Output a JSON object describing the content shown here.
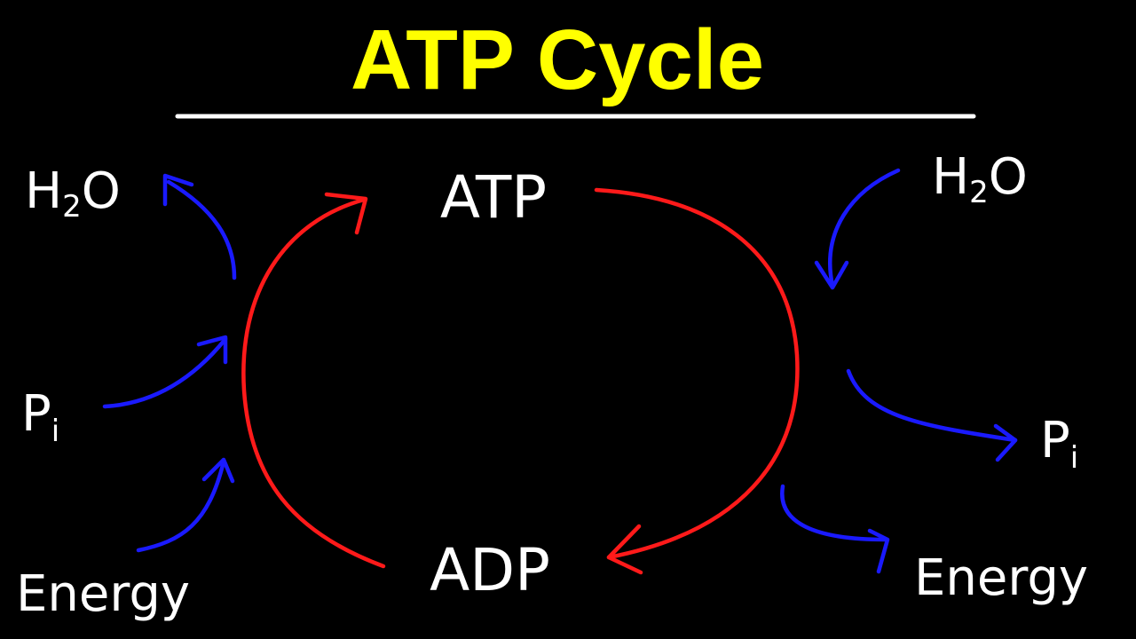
{
  "title": "ATP Cycle",
  "nodes": {
    "atp": "ATP",
    "adp": "ADP"
  },
  "left_side": {
    "water": {
      "main": "H",
      "subscript": "2",
      "tail": "O"
    },
    "phosphate": {
      "main": "P",
      "subscript": "i"
    },
    "energy": "Energy"
  },
  "right_side": {
    "water": {
      "main": "H",
      "subscript": "2",
      "tail": "O"
    },
    "phosphate": {
      "main": "P",
      "subscript": "i"
    },
    "energy": "Energy"
  },
  "colors": {
    "background": "#000000",
    "title": "#ffff00",
    "text": "#ffffff",
    "cycle_arrow": "#ff1a1a",
    "side_arrow": "#1a1aff",
    "rule": "#ffffff"
  }
}
